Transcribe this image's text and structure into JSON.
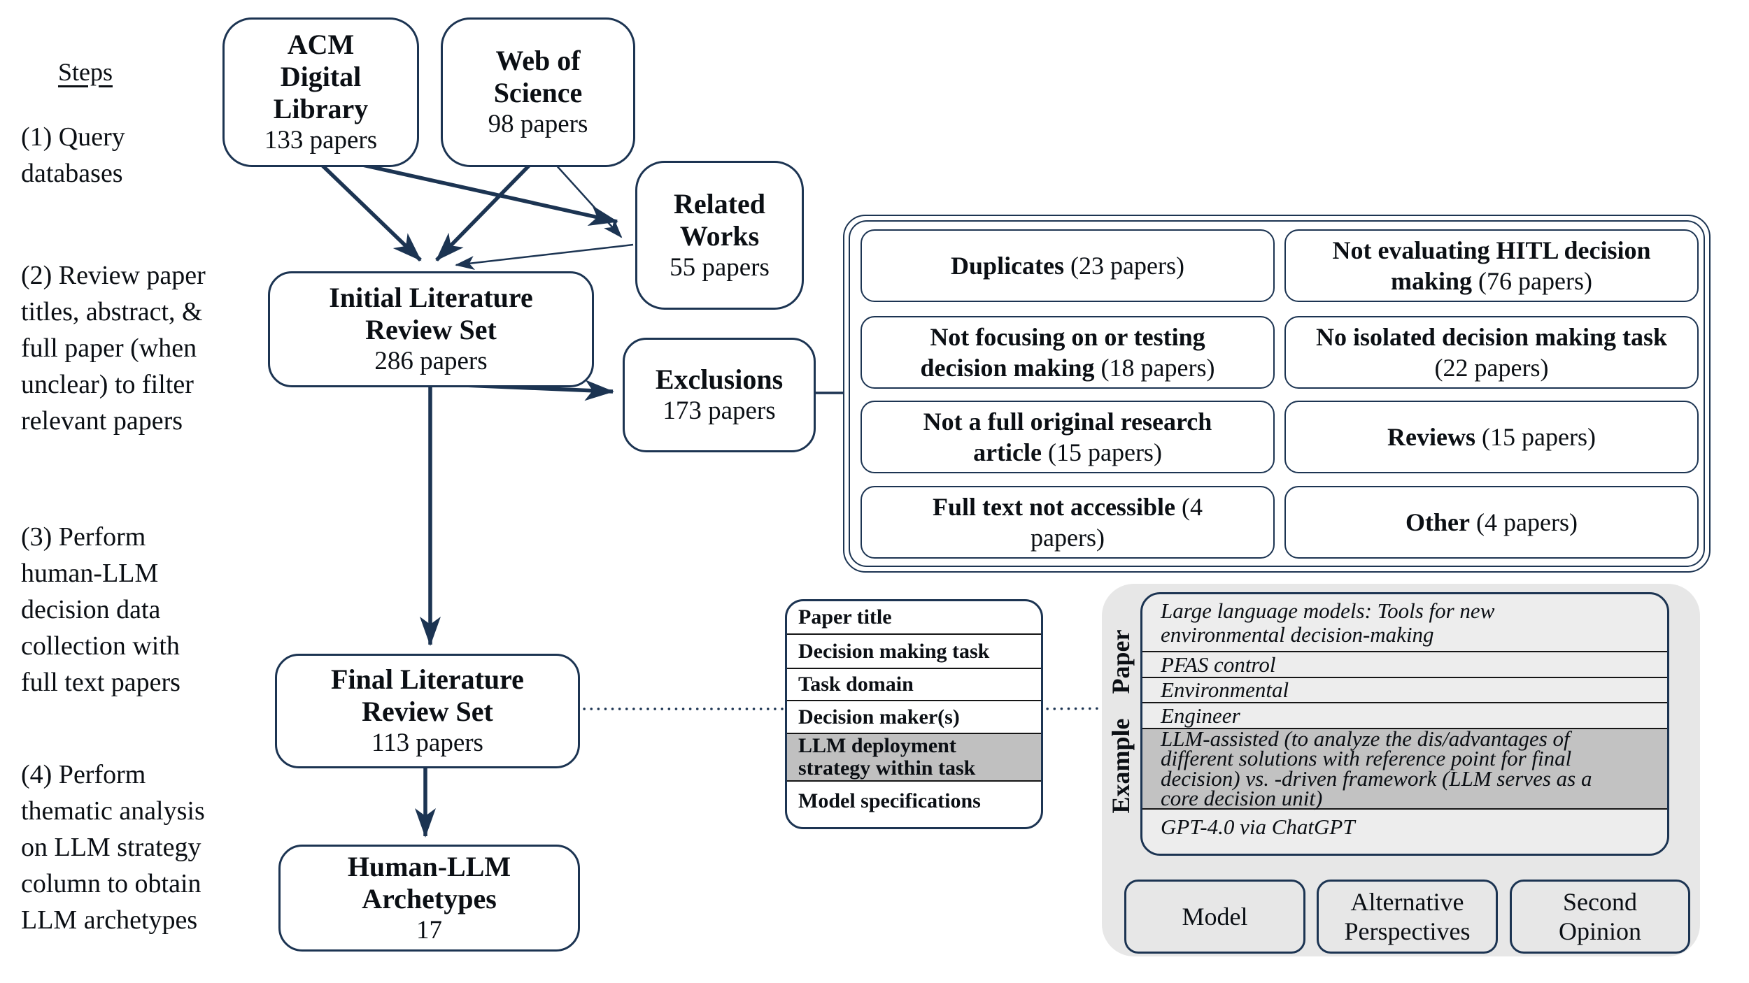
{
  "diagram": {
    "steps_heading": "Steps",
    "steps": [
      "(1) Query\ndatabases",
      "(2) Review paper\ntitles, abstract, &\nfull paper (when\nunclear) to filter\nrelevant papers",
      "(3) Perform\nhuman-LLM\ndecision data\ncollection with\nfull text papers",
      "(4) Perform\nthematic analysis\non LLM strategy\ncolumn to obtain\nLLM archetypes"
    ],
    "sources": {
      "acm": {
        "title": "ACM\nDigital\nLibrary",
        "count": "133 papers"
      },
      "wos": {
        "title": "Web of\nScience",
        "count": "98 papers"
      },
      "related": {
        "title": "Related\nWorks",
        "count": "55 papers"
      }
    },
    "initial": {
      "title": "Initial Literature\nReview Set",
      "count": "286 papers"
    },
    "exclusions": {
      "title": "Exclusions",
      "count": "173 papers"
    },
    "final": {
      "title": "Final Literature\nReview Set",
      "count": "113 papers"
    },
    "archetypes": {
      "title": "Human-LLM\nArchetypes",
      "count": "17"
    },
    "exclusion_reasons": {
      "left": [
        {
          "reason": "Duplicates",
          "count": " (23 papers)"
        },
        {
          "reason": "Not focusing on or testing decision making",
          "count": " (18 papers)"
        },
        {
          "reason": "Not a full original research article",
          "count": " (15 papers)"
        },
        {
          "reason": "Full text not accessible",
          "count": " (4 papers)"
        }
      ],
      "right": [
        {
          "reason": "Not evaluating HITL decision making",
          "count": " (76 papers)"
        },
        {
          "reason": "No isolated decision making task",
          "count": " (22 papers)"
        },
        {
          "reason": "Reviews",
          "count": " (15 papers)"
        },
        {
          "reason": "Other",
          "count": " (4 papers)"
        }
      ]
    },
    "coding_table": {
      "rows": [
        "Paper title",
        "Decision making task",
        "Task domain",
        "Decision maker(s)",
        "LLM deployment\nstrategy within task",
        "Model specifications"
      ],
      "highlighted_row": "LLM deployment strategy within task"
    },
    "example": {
      "label": "Example Paper",
      "rows": [
        "Large language models: Tools for new\nenvironmental decision-making",
        "PFAS control",
        "Environmental",
        "Engineer",
        "LLM-assisted (to analyze the dis/advantages of\ndifferent solutions with reference point for final\ndecision) vs. -driven framework (LLM serves as a\ncore decision unit)",
        "GPT-4.0 via ChatGPT"
      ],
      "highlighted_row": "LLM-assisted (to analyze the dis/advantages of different solutions with reference point for final decision) vs. -driven framework (LLM serves as a core decision unit)",
      "outputs": [
        "Model",
        "Alternative\nPerspectives",
        "Second\nOpinion"
      ]
    },
    "colors": {
      "navy": "#1c3452",
      "panel_gray": "#e7e7e7",
      "highlight_gray": "#c0c0c0",
      "text": "#0b0f14"
    }
  }
}
